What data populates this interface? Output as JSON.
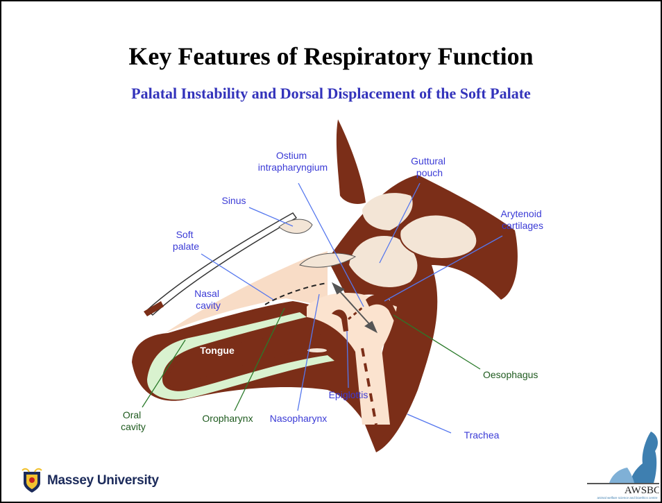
{
  "slide": {
    "title": "Key Features of Respiratory Function",
    "subtitle": "Palatal Instability and Dorsal Displacement of the Soft Palate"
  },
  "diagram": {
    "labels": {
      "ostium": [
        "Ostium",
        "intrapharyngium"
      ],
      "guttural_pouch": [
        "Guttural",
        "pouch"
      ],
      "sinus": [
        "Sinus"
      ],
      "soft_palate": [
        "Soft",
        "palate"
      ],
      "arytenoid": [
        "Arytenoid",
        "cartilages"
      ],
      "nasal_cavity": [
        "Nasal",
        "cavity"
      ],
      "tongue": [
        "Tongue"
      ],
      "oesophagus": [
        "Oesophagus"
      ],
      "epiglottis": [
        "Epiglottis"
      ],
      "oral_cavity": [
        "Oral",
        "cavity"
      ],
      "oropharynx": [
        "Oropharynx"
      ],
      "nasopharynx": [
        "Nasopharynx"
      ],
      "trachea": [
        "Trachea"
      ]
    },
    "colors": {
      "tissue": "#7b2e18",
      "cavity": "#f8dcc6",
      "airway": "#fbe3cf",
      "mucosa": "#d9f2cf",
      "bone": "#f3e5d6",
      "leader_blue": "#5577ee",
      "leader_green": "#2a7a2a"
    }
  },
  "logos": {
    "massey": {
      "text": "Massey University"
    },
    "awsbc": {
      "text": "AWSBC",
      "tagline": "animal welfare science and bioethics centre"
    }
  }
}
